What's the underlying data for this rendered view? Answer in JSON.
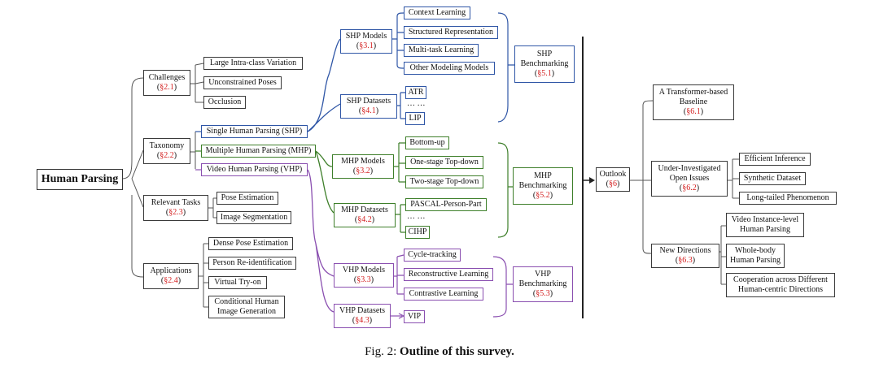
{
  "colors": {
    "neutral": "#555555",
    "shp": "#2f56a6",
    "mhp": "#3e7f2a",
    "vhp": "#8a4fb0",
    "reference": "#d42020"
  },
  "root": {
    "label": "Human Parsing"
  },
  "challenges": {
    "label": "Challenges",
    "ref": "§2.1",
    "items": [
      "Large Intra-class Variation",
      "Unconstrained Poses",
      "Occlusion"
    ]
  },
  "taxonomy": {
    "label": "Taxonomy",
    "ref": "§2.2",
    "items": [
      "Single Human Parsing (SHP)",
      "Multiple Human Parsing (MHP)",
      "Video Human Parsing (VHP)"
    ]
  },
  "relevant_tasks": {
    "label": "Relevant Tasks",
    "ref": "§2.3",
    "items": [
      "Pose Estimation",
      "Image Segmentation"
    ]
  },
  "applications": {
    "label": "Applications",
    "ref": "§2.4",
    "items": [
      "Dense Pose Estimation",
      "Person Re-identification",
      "Virtual Try-on",
      "Conditional Human",
      "Image Generation"
    ]
  },
  "shp_models": {
    "label": "SHP Models",
    "ref": "§3.1",
    "items": [
      "Context Learning",
      "Structured Representation",
      "Multi-task Learning",
      "Other Modeling Models"
    ]
  },
  "shp_datasets": {
    "label": "SHP Datasets",
    "ref": "§4.1",
    "items": [
      "ATR",
      "… …",
      "LIP"
    ]
  },
  "mhp_models": {
    "label": "MHP Models",
    "ref": "§3.2",
    "items": [
      "Bottom-up",
      "One-stage Top-down",
      "Two-stage Top-down"
    ]
  },
  "mhp_datasets": {
    "label": "MHP Datasets",
    "ref": "§4.2",
    "items": [
      "PASCAL-Person-Part",
      "… …",
      "CIHP"
    ]
  },
  "vhp_models": {
    "label": "VHP Models",
    "ref": "§3.3",
    "items": [
      "Cycle-tracking",
      "Reconstructive Learning",
      "Contrastive Learning"
    ]
  },
  "vhp_datasets": {
    "label": "VHP Datasets",
    "ref": "§4.3",
    "items": [
      "VIP"
    ]
  },
  "benchmarking": {
    "shp": {
      "line1": "SHP",
      "line2": "Benchmarking",
      "ref": "§5.1"
    },
    "mhp": {
      "line1": "MHP",
      "line2": "Benchmarking",
      "ref": "§5.2"
    },
    "vhp": {
      "line1": "VHP",
      "line2": "Benchmarking",
      "ref": "§5.3"
    }
  },
  "outlook": {
    "label": "Outlook",
    "ref": "§6"
  },
  "transformer": {
    "line1": "A Transformer-based",
    "line2": "Baseline",
    "ref": "§6.1"
  },
  "open_issues": {
    "line1": "Under-Investigated",
    "line2": "Open Issues",
    "ref": "§6.2",
    "items": [
      "Efficient Inference",
      "Synthetic Dataset",
      "Long-tailed Phenomenon"
    ]
  },
  "new_directions": {
    "label": "New Directions",
    "ref": "§6.3",
    "items": [
      {
        "line1": "Video Instance-level",
        "line2": "Human Parsing"
      },
      {
        "line1": "Whole-body",
        "line2": "Human Parsing"
      },
      {
        "line1": "Cooperation across Different",
        "line2": "Human-centric Directions"
      }
    ]
  },
  "caption": {
    "prefix": "Fig. 2:",
    "bold": "Outline of this survey."
  }
}
